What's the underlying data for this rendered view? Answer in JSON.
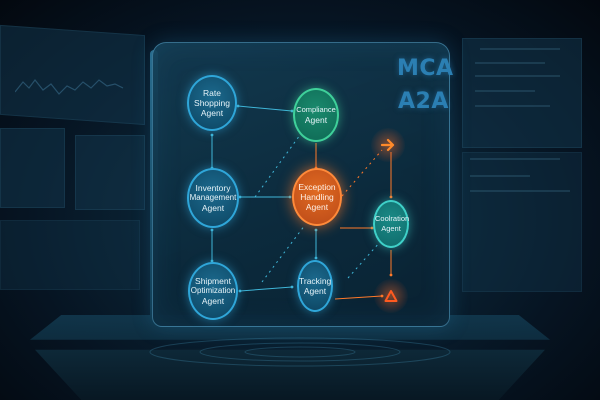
{
  "labels": {
    "title_top": "MCA",
    "title_bottom": "A2A"
  },
  "nodes": [
    {
      "id": "rate-shopping",
      "line1": "Rate",
      "line2": "Shopping",
      "line3": "Agent",
      "color": "blue"
    },
    {
      "id": "compliance",
      "line1": "Compliance",
      "line2": "Agent",
      "line3": "",
      "color": "green"
    },
    {
      "id": "inventory-management",
      "line1": "Inventory",
      "line2": "Management",
      "line3": "Agent",
      "color": "blue"
    },
    {
      "id": "exception-handling",
      "line1": "Exception",
      "line2": "Handling",
      "line3": "Agent",
      "color": "orange"
    },
    {
      "id": "coolration",
      "line1": "Coolration",
      "line2": "Agent",
      "line3": "",
      "color": "teal"
    },
    {
      "id": "shipment-optimization",
      "line1": "Shipment",
      "line2": "Optimization",
      "line3": "Agent",
      "color": "blue"
    },
    {
      "id": "tracking",
      "line1": "Tracking",
      "line2": "Agent",
      "line3": "",
      "color": "blue"
    }
  ],
  "icons": {
    "arrow": "arrow-right-icon",
    "alert": "warning-triangle-icon"
  },
  "colors": {
    "background": "#050b12",
    "board": "#143c52",
    "blue_node": "#11506f",
    "blue_border": "#2fa6d9",
    "green_node": "#11705a",
    "orange_node": "#c2501a",
    "teal_node": "#117070",
    "orange_accent": "#ff7a2a",
    "link_cyan": "#3fb6d8",
    "title_blue": "#2b7fb3"
  }
}
